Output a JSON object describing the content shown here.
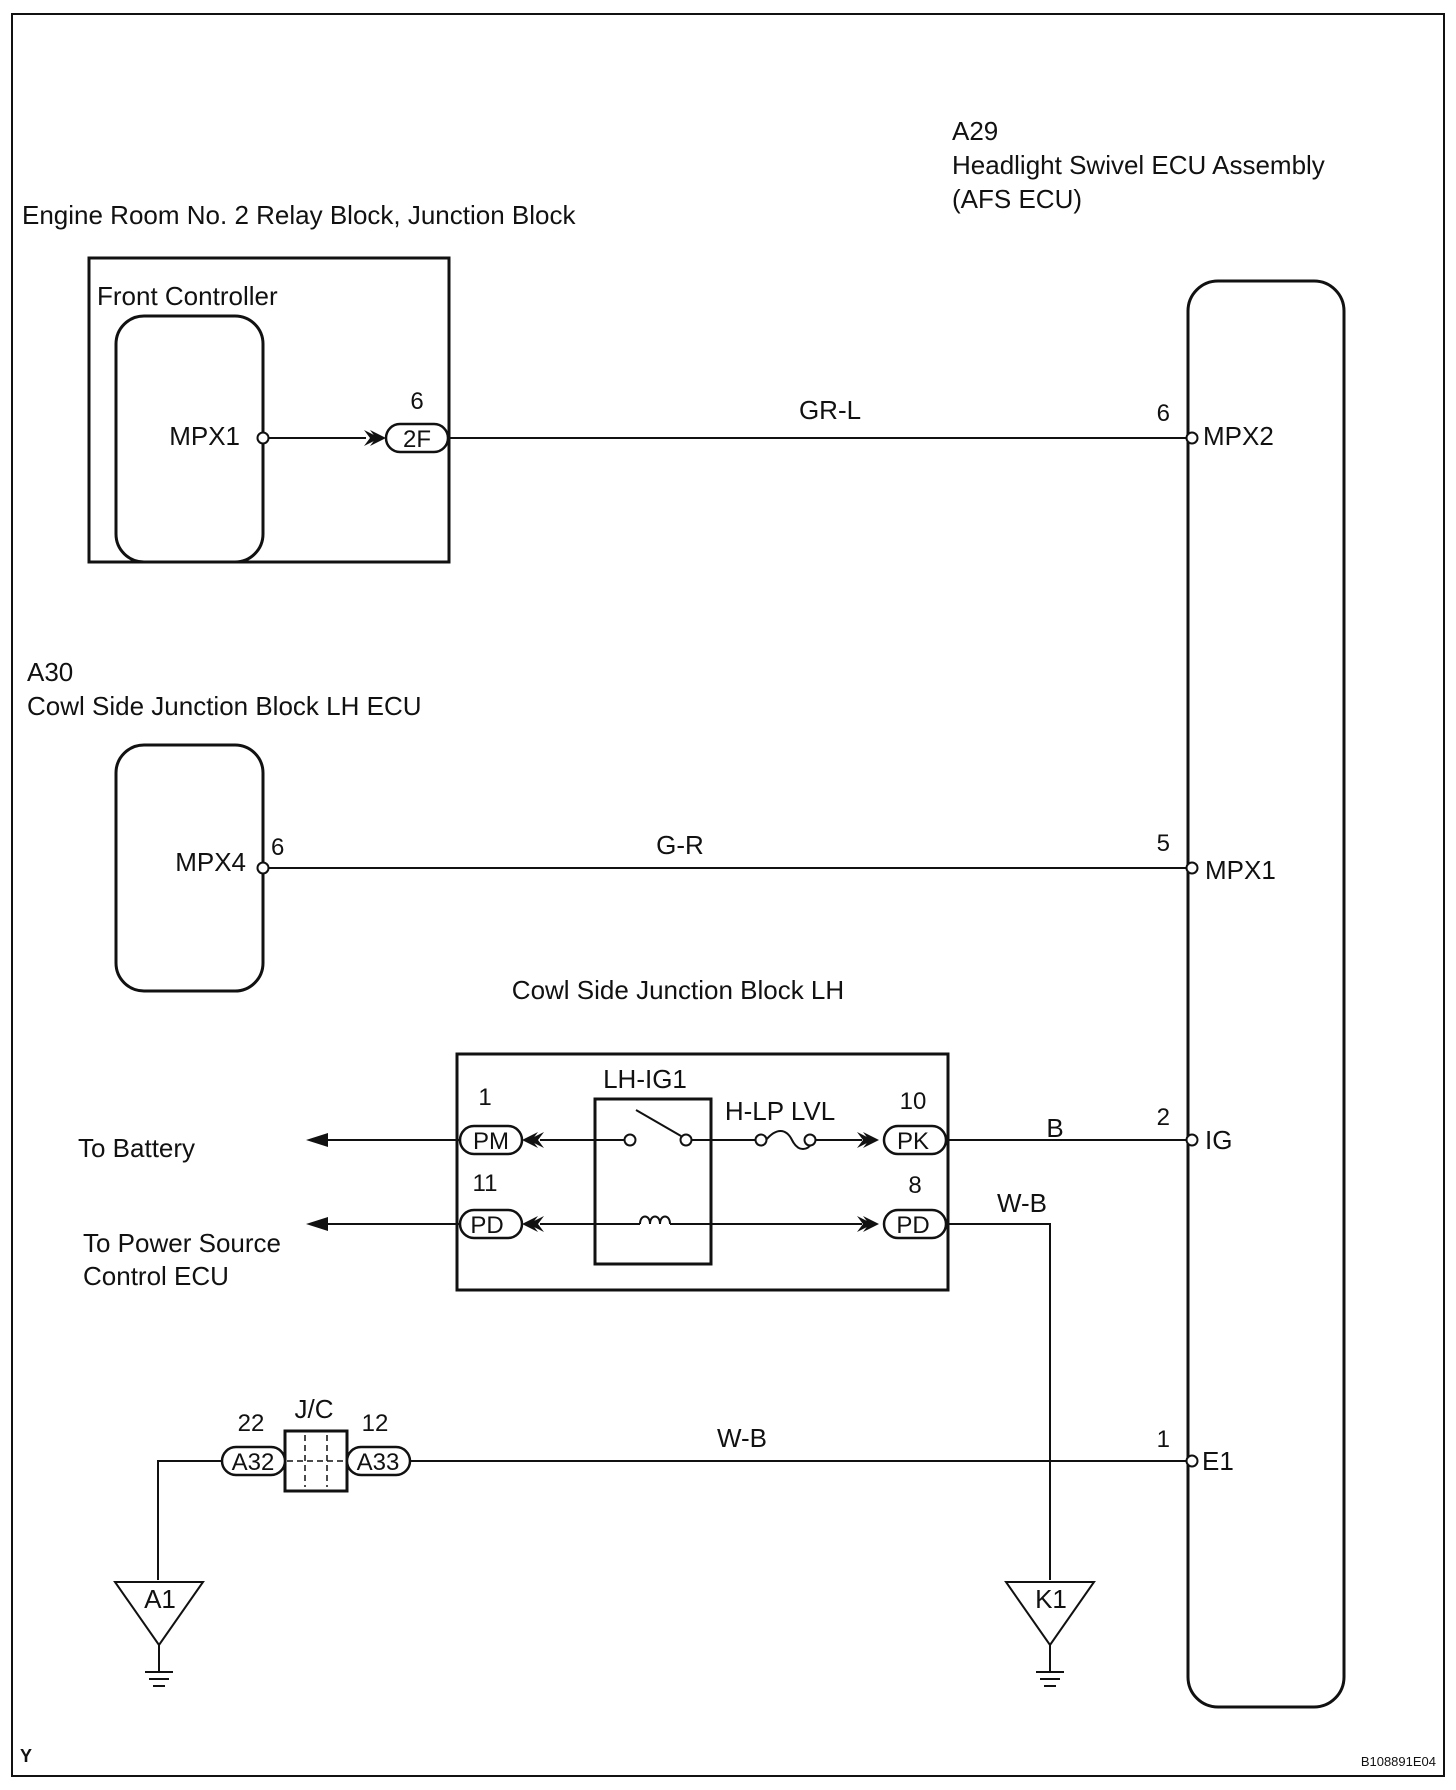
{
  "diagram": {
    "corner_letter": "Y",
    "figure_code": "B108891E04",
    "afs_ecu": {
      "code": "A29",
      "name": "Headlight Swivel ECU Assembly",
      "subname": "(AFS ECU)",
      "pins": [
        {
          "num": "6",
          "name": "MPX2"
        },
        {
          "num": "5",
          "name": "MPX1"
        },
        {
          "num": "2",
          "name": "IG"
        },
        {
          "num": "1",
          "name": "E1"
        }
      ]
    },
    "engine_room": {
      "title": "Engine Room No. 2 Relay Block, Junction Block",
      "inner_title": "Front Controller",
      "pin_name": "MPX1",
      "connector": {
        "num": "6",
        "code": "2F"
      },
      "wire_color": "GR-L"
    },
    "cowl_ecu": {
      "code": "A30",
      "name": "Cowl Side Junction Block LH ECU",
      "pin_name": "MPX4",
      "pin_num": "6",
      "wire_color": "G-R"
    },
    "cowl_jb": {
      "title": "Cowl Side Junction Block LH",
      "relay_label": "LH-IG1",
      "fuse_label": "H-LP LVL",
      "connectors": [
        {
          "num": "1",
          "code": "PM"
        },
        {
          "num": "11",
          "code": "PD"
        },
        {
          "num": "10",
          "code": "PK"
        },
        {
          "num": "8",
          "code": "PD"
        }
      ],
      "wire_ig": "B",
      "wire_gnd": "W-B"
    },
    "to_battery": "To Battery",
    "to_power_source": [
      "To Power Source",
      "Control ECU"
    ],
    "junction": {
      "label": "J/C",
      "left": {
        "num": "22",
        "code": "A32"
      },
      "right": {
        "num": "12",
        "code": "A33"
      },
      "wire_color": "W-B"
    },
    "grounds": [
      "A1",
      "K1"
    ]
  }
}
